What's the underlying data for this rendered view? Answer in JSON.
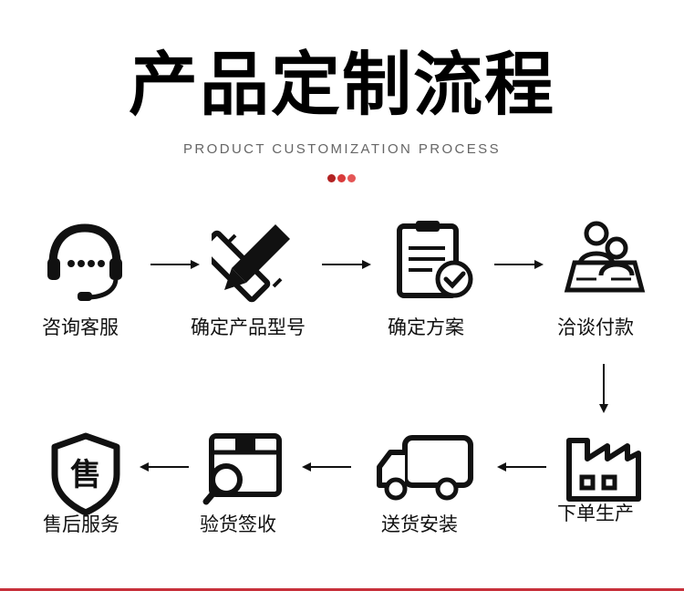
{
  "header": {
    "title": "产品定制流程",
    "subtitle": "PRODUCT CUSTOMIZATION PROCESS"
  },
  "colors": {
    "accent_dark": "#b22222",
    "accent_mid": "#d93b3b",
    "accent_light": "#e45656",
    "bottom_line": "#c7303a",
    "ink": "#111111"
  },
  "steps": [
    {
      "label": "咨询客服",
      "icon": "headset-icon"
    },
    {
      "label": "确定产品型号",
      "icon": "pencil-ruler-icon"
    },
    {
      "label": "确定方案",
      "icon": "clipboard-check-icon"
    },
    {
      "label": "洽谈付款",
      "icon": "meeting-people-icon"
    },
    {
      "label": "下单生产",
      "icon": "factory-icon"
    },
    {
      "label": "送货安装",
      "icon": "delivery-truck-icon"
    },
    {
      "label": "验货签收",
      "icon": "box-inspect-icon"
    },
    {
      "label": "售后服务",
      "icon": "after-sales-shield-icon"
    }
  ]
}
